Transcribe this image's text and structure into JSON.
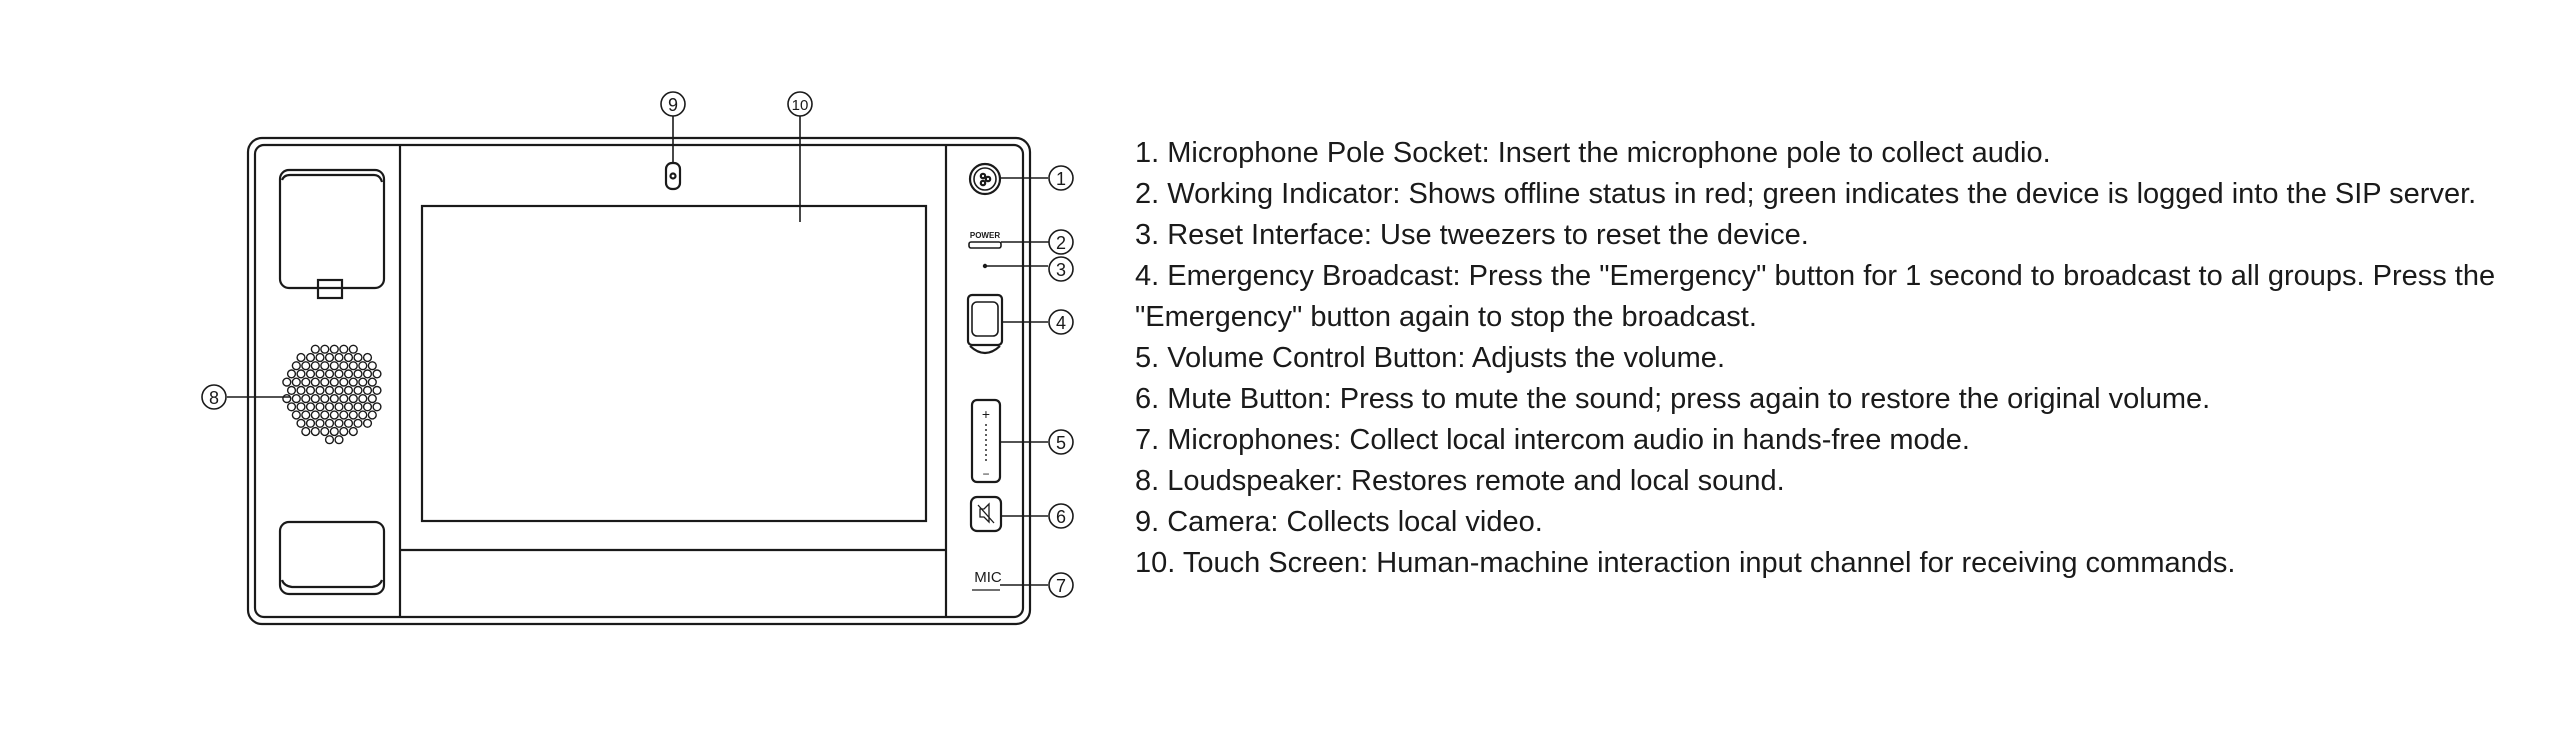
{
  "device_labels": {
    "power": "POWER",
    "mic": "MIC",
    "plus": "+",
    "minus": "−"
  },
  "callouts": [
    "1",
    "2",
    "3",
    "4",
    "5",
    "6",
    "7",
    "8",
    "9",
    "10"
  ],
  "legend": [
    "1. Microphone Pole Socket: Insert the microphone pole to collect audio.",
    "2. Working Indicator: Shows offline status in red; green indicates the device is logged into the SIP server.",
    "3. Reset Interface: Use tweezers to reset the device.",
    "4. Emergency Broadcast: Press the \"Emergency\" button for 1 second to broadcast to all groups. Press the \"Emergency\" button again to stop the broadcast.",
    "5. Volume Control Button: Adjusts the volume.",
    "6. Mute Button: Press to mute the sound; press again to restore the original volume.",
    "7. Microphones: Collect local intercom audio in hands-free mode.",
    "8. Loudspeaker: Restores remote and local sound.",
    "9. Camera: Collects local video.",
    "10. Touch Screen: Human-machine interaction input channel for receiving commands."
  ]
}
